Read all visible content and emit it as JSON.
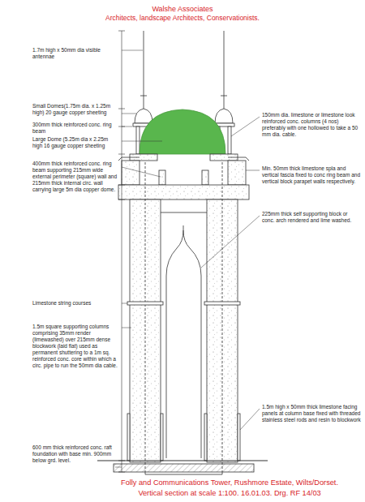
{
  "diagram": {
    "title": "Walshe Associates",
    "caption": "Folly and Communications Tower, Rushmore Estate, Wilts/Dorset.",
    "labels": [
      "Architects, landscape Architects, Conservationists.",
      "1.7m high x 50mm dia visible antennae",
      "Small Domes(1.75m dia. x 1.25m high) 20 gauge copper sheeting",
      "300mm thick reinforced conc. ring beam",
      "Large Dome (5.25m dia x 2.25m high 16 gauge copper sheeting",
      "400mm thick reinforced conc. ring beam supporting 215mm wide external perimeter (square) wall and 215mm thick internal circ. wall carrying large 5m dia copper dome.",
      "Limestone string courses",
      "1.5m square supporting columns comprising 35mm render (limewashed) over 215mm dense blockwork (laid flat) used as permanent shuttering to a 1m sq. reinforced conc. core within which a circ. pipe to run the 50mm dia cable.",
      "600 mm thick reinforced conc. raft foundation with base min. 900mm below grd. level.",
      "150mm dia. limestone or limestone look reinforced conc. columns (4 nos) preferably with one hollowed to take a 50 mm dia. cable.",
      "Min. 50mm thick limestone spla and vertical fascia fixed to conc ring beam and vertical block parapet walls respectively.",
      "225mm thick self supporting block or conc. arch rendered and lime washed.",
      "1.5m high x 50mm thick limestone facing panels at column base fixed with threaded stainless steel rods and resin to blockwork",
      "Vertical section at scale 1:100. 16.01.03. Drg. RF 14/03"
    ]
  }
}
